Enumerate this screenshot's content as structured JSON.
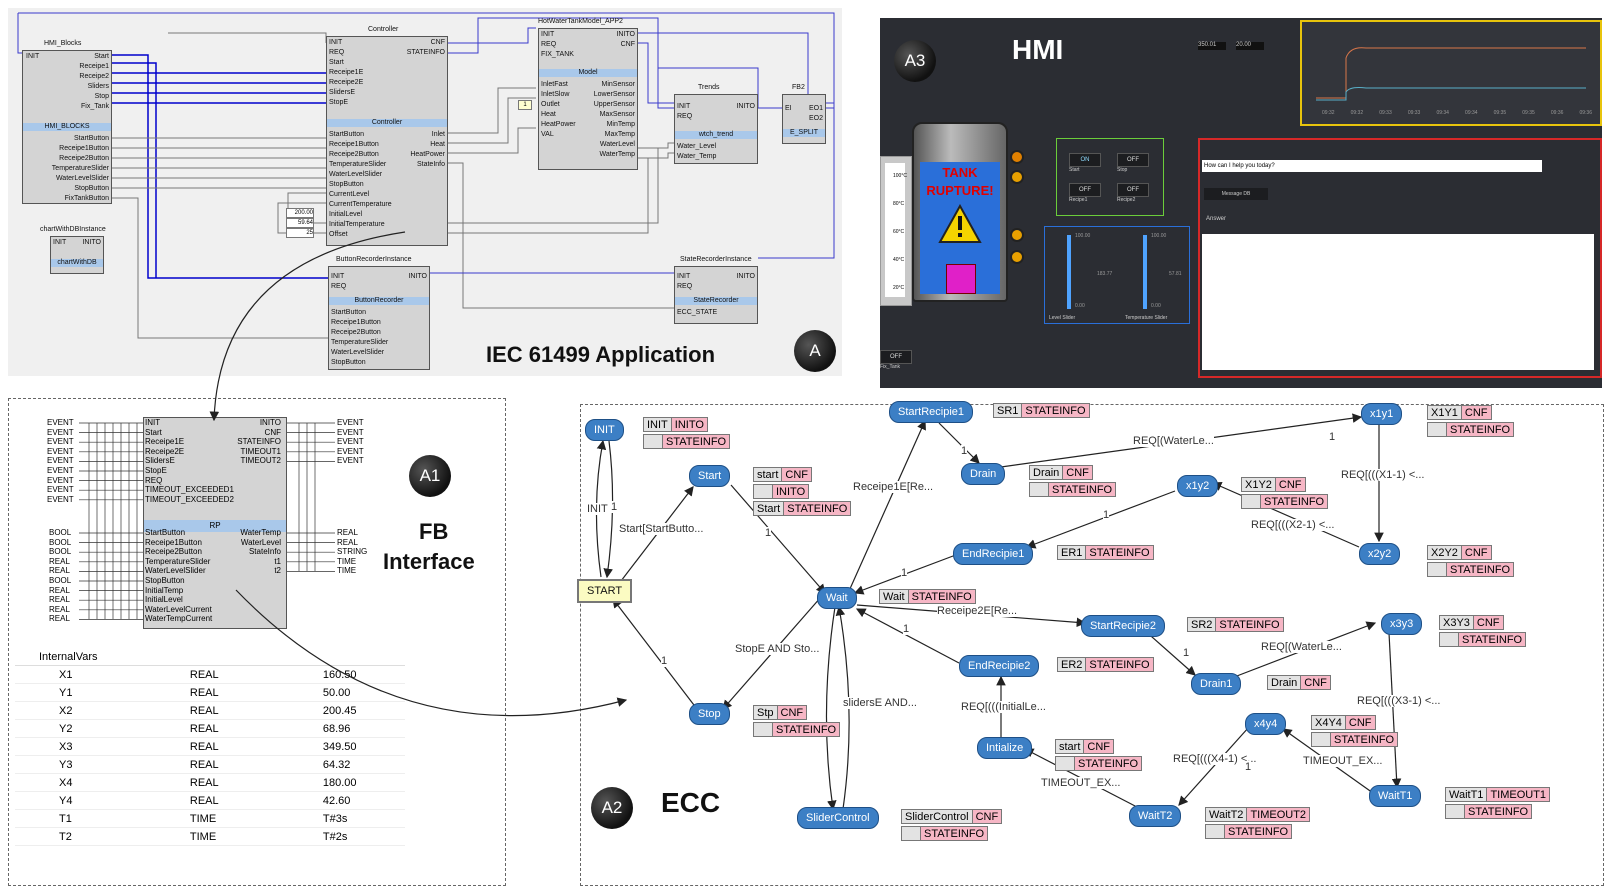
{
  "panels": {
    "app": {
      "label": "IEC 61499 Application",
      "badge": "A"
    },
    "hmi": {
      "label": "HMI",
      "badge": "A3"
    },
    "fb": {
      "label_line1": "FB",
      "label_line2": "Interface",
      "badge": "A1"
    },
    "ecc": {
      "label": "ECC",
      "badge": "A2"
    }
  },
  "app": {
    "hmi_blocks": {
      "title": "HMI_Blocks",
      "name": "HMI_BLOCKS",
      "init": "INIT",
      "outputs_event": [
        "Start",
        "Receipe1",
        "Receipe2",
        "Sliders",
        "Stop",
        "Fix_Tank"
      ],
      "outputs_data": [
        "StartButton",
        "Receipe1Button",
        "Receipe2Button",
        "TemperatureSlider",
        "WaterLevelSlider",
        "StopButton",
        "FixTankButton"
      ]
    },
    "chart": {
      "title": "chartWithDBInstance",
      "name": "chartWithDB",
      "in": "INIT",
      "out": "INITO"
    },
    "controller": {
      "title": "Controller",
      "name": "Controller",
      "in_events": [
        "INIT",
        "REQ",
        "Start",
        "Receipe1E",
        "Receipe2E",
        "SlidersE",
        "StopE"
      ],
      "out_events": [
        "CNF",
        "STATEINFO"
      ],
      "in_data": [
        "StartButton",
        "Receipe1Button",
        "Receipe2Button",
        "TemperatureSlider",
        "WaterLevelSlider",
        "StopButton",
        "CurrentLevel",
        "CurrentTemperature",
        "InitialLevel",
        "InitialTemperature",
        "Offset"
      ],
      "out_data": [
        "Inlet",
        "Heat",
        "HeatPower",
        "StateInfo"
      ],
      "consts": [
        "200.00",
        "59.64",
        "25"
      ]
    },
    "model": {
      "title": "HotWaterTankModel_APP2",
      "name": "Model",
      "in_events": [
        "INIT",
        "REQ",
        "FIX_TANK"
      ],
      "out_events": [
        "INITO",
        "CNF"
      ],
      "in_data": [
        "InletFast",
        "InletSlow",
        "Outlet",
        "Heat",
        "HeatPower",
        "VAL"
      ],
      "out_data": [
        "MinSensor",
        "LowerSensor",
        "UpperSensor",
        "MaxSensor",
        "MinTemp",
        "MaxTemp",
        "WaterLevel",
        "WaterTemp"
      ],
      "const": "1"
    },
    "trends": {
      "title": "Trends",
      "name": "wtch_trend",
      "in": [
        "INIT",
        "REQ"
      ],
      "out": "INITO",
      "data": [
        "Water_Level",
        "Water_Temp"
      ]
    },
    "fb2": {
      "title": "FB2",
      "name": "E_SPLIT",
      "in": "EI",
      "out": [
        "EO1",
        "EO2"
      ]
    },
    "button_rec": {
      "title": "ButtonRecorderInstance",
      "name": "ButtonRecorder",
      "in": [
        "INIT",
        "REQ"
      ],
      "out": "INITO",
      "data": [
        "StartButton",
        "Receipe1Button",
        "Receipe2Button",
        "TemperatureSlider",
        "WaterLevelSlider",
        "StopButton"
      ]
    },
    "state_rec": {
      "title": "StateRecorderInstance",
      "name": "StateRecorder",
      "in": [
        "INIT",
        "REQ"
      ],
      "out": "INITO",
      "data": "ECC_STATE"
    }
  },
  "hmi": {
    "tank_text": [
      "TANK",
      "RUPTURE!"
    ],
    "readouts": [
      "350.01",
      "20.00"
    ],
    "gauge_ticks": [
      "100°C",
      "80°C",
      "60°C",
      "40°C",
      "20°C"
    ],
    "buttons_green": [
      {
        "btn": "ON",
        "label": "Start"
      },
      {
        "btn": "OFF",
        "label": "Stop"
      },
      {
        "btn": "OFF",
        "label": "Recipe1"
      },
      {
        "btn": "OFF",
        "label": "Recipe2"
      }
    ],
    "sliders": [
      {
        "label": "Level Slider",
        "top": "100.00",
        "bottom": "0.00",
        "val": "183.77"
      },
      {
        "label": "Temperature Slider",
        "top": "100.00",
        "bottom": "0.00",
        "val": "57.81"
      }
    ],
    "fix": {
      "btn": "OFF",
      "label": "Fix_Tank"
    },
    "chart_times": [
      "09:32",
      "09:32",
      "09:33",
      "09:33",
      "09:34",
      "09:34",
      "09:35",
      "09:35",
      "09:36",
      "09:36"
    ],
    "chat": {
      "prompt": "How can I help you today?",
      "button": "Message DB",
      "answer_label": "Answer"
    }
  },
  "fbi": {
    "left_events": [
      "EVENT",
      "EVENT",
      "EVENT",
      "EVENT",
      "EVENT",
      "EVENT",
      "EVENT",
      "EVENT",
      "EVENT"
    ],
    "in_events": [
      "INIT",
      "Start",
      "Receipe1E",
      "Receipe2E",
      "SlidersE",
      "StopE",
      "REQ",
      "TIMEOUT_EXCEEDED1",
      "TIMEOUT_EXCEEDED2"
    ],
    "out_events": [
      "INITO",
      "CNF",
      "STATEINFO",
      "TIMEOUT1",
      "TIMEOUT2"
    ],
    "right_events": [
      "EVENT",
      "EVENT",
      "EVENT",
      "EVENT",
      "EVENT"
    ],
    "block_name": "RP",
    "left_types": [
      "BOOL",
      "BOOL",
      "BOOL",
      "REAL",
      "REAL",
      "BOOL",
      "REAL",
      "REAL",
      "REAL",
      "REAL"
    ],
    "in_data": [
      "StartButton",
      "Receipe1Button",
      "Receipe2Button",
      "TemperatureSlider",
      "WaterLevelSlider",
      "StopButton",
      "InitialTemp",
      "InitialLevel",
      "WaterLevelCurrent",
      "WaterTempCurrent"
    ],
    "out_data": [
      "WaterTemp",
      "WaterLevel",
      "StateInfo",
      "t1",
      "t2"
    ],
    "right_types": [
      "REAL",
      "REAL",
      "STRING",
      "TIME",
      "TIME"
    ],
    "vars_header": "InternalVars",
    "vars": [
      {
        "name": "X1",
        "type": "REAL",
        "value": "160.50"
      },
      {
        "name": "Y1",
        "type": "REAL",
        "value": "50.00"
      },
      {
        "name": "X2",
        "type": "REAL",
        "value": "200.45"
      },
      {
        "name": "Y2",
        "type": "REAL",
        "value": "68.96"
      },
      {
        "name": "X3",
        "type": "REAL",
        "value": "349.50"
      },
      {
        "name": "Y3",
        "type": "REAL",
        "value": "64.32"
      },
      {
        "name": "X4",
        "type": "REAL",
        "value": "180.00"
      },
      {
        "name": "Y4",
        "type": "REAL",
        "value": "42.60"
      },
      {
        "name": "T1",
        "type": "TIME",
        "value": "T#3s"
      },
      {
        "name": "T2",
        "type": "TIME",
        "value": "T#2s"
      }
    ]
  },
  "ecc": {
    "states": {
      "init": "INIT",
      "start_init": "START",
      "start": "Start",
      "wait": "Wait",
      "stop": "Stop",
      "slider": "SliderControl",
      "startrecipie1": "StartRecipie1",
      "drain": "Drain",
      "endrecipie1": "EndRecipie1",
      "x1y1": "x1y1",
      "x1y2": "x1y2",
      "x2y2": "x2y2",
      "startrecipie2": "StartRecipie2",
      "drain1": "Drain1",
      "endrecipie2": "EndRecipie2",
      "intialize": "Intialize",
      "x3y3": "x3y3",
      "x4y4": "x4y4",
      "waitt1": "WaitT1",
      "waitt2": "WaitT2"
    },
    "actions": {
      "init": [
        [
          "INIT",
          "INITO"
        ],
        [
          "",
          "STATEINFO"
        ]
      ],
      "start": [
        [
          "start",
          "CNF"
        ],
        [
          "",
          "INITO"
        ],
        [
          "Start",
          "STATEINFO"
        ]
      ],
      "startrecipie1": [
        [
          "SR1",
          "STATEINFO"
        ]
      ],
      "drain": [
        [
          "Drain",
          "CNF"
        ],
        [
          "",
          "STATEINFO"
        ]
      ],
      "x1y1": [
        [
          "X1Y1",
          "CNF"
        ],
        [
          "",
          "STATEINFO"
        ]
      ],
      "x1y2": [
        [
          "X1Y2",
          "CNF"
        ],
        [
          "",
          "STATEINFO"
        ]
      ],
      "x2y2": [
        [
          "X2Y2",
          "CNF"
        ],
        [
          "",
          "STATEINFO"
        ]
      ],
      "endrecipie1": [
        [
          "ER1",
          "STATEINFO"
        ]
      ],
      "wait": [
        [
          "Wait",
          "STATEINFO"
        ]
      ],
      "startrecipie2": [
        [
          "SR2",
          "STATEINFO"
        ]
      ],
      "endrecipie2": [
        [
          "ER2",
          "STATEINFO"
        ]
      ],
      "drain1": [
        [
          "Drain",
          "CNF"
        ]
      ],
      "x3y3": [
        [
          "X3Y3",
          "CNF"
        ],
        [
          "",
          "STATEINFO"
        ]
      ],
      "stop": [
        [
          "Stp",
          "CNF"
        ],
        [
          "",
          "STATEINFO"
        ]
      ],
      "x4y4": [
        [
          "X4Y4",
          "CNF"
        ],
        [
          "",
          "STATEINFO"
        ]
      ],
      "intialize": [
        [
          "start",
          "CNF"
        ],
        [
          "",
          "STATEINFO"
        ]
      ],
      "waitt1": [
        [
          "WaitT1",
          "TIMEOUT1"
        ],
        [
          "",
          "STATEINFO"
        ]
      ],
      "waitt2": [
        [
          "WaitT2",
          "TIMEOUT2"
        ],
        [
          "",
          "STATEINFO"
        ]
      ],
      "slider": [
        [
          "SliderControl",
          "CNF"
        ],
        [
          "",
          "STATEINFO"
        ]
      ]
    },
    "transitions": {
      "init": "INIT",
      "one": "1",
      "start_btn": "Start[StartButto...",
      "receipe1": "Receipe1E[Re...",
      "receipe2": "Receipe2E[Re...",
      "stop": "StopE AND Sto...",
      "sliders": "slidersE AND...",
      "req_water1": "REQ[(WaterLe...",
      "req_x1": "REQ[(((X1-1) <...",
      "req_x2": "REQ[(((X2-1) <...",
      "req_water2": "REQ[(WaterLe...",
      "req_x3": "REQ[(((X3-1) <...",
      "req_x4": "REQ[(((X4-1) <...",
      "req_init": "REQ[(((InitialLe...",
      "timeout1": "TIMEOUT_EX...",
      "timeout2": "TIMEOUT_EX..."
    }
  }
}
